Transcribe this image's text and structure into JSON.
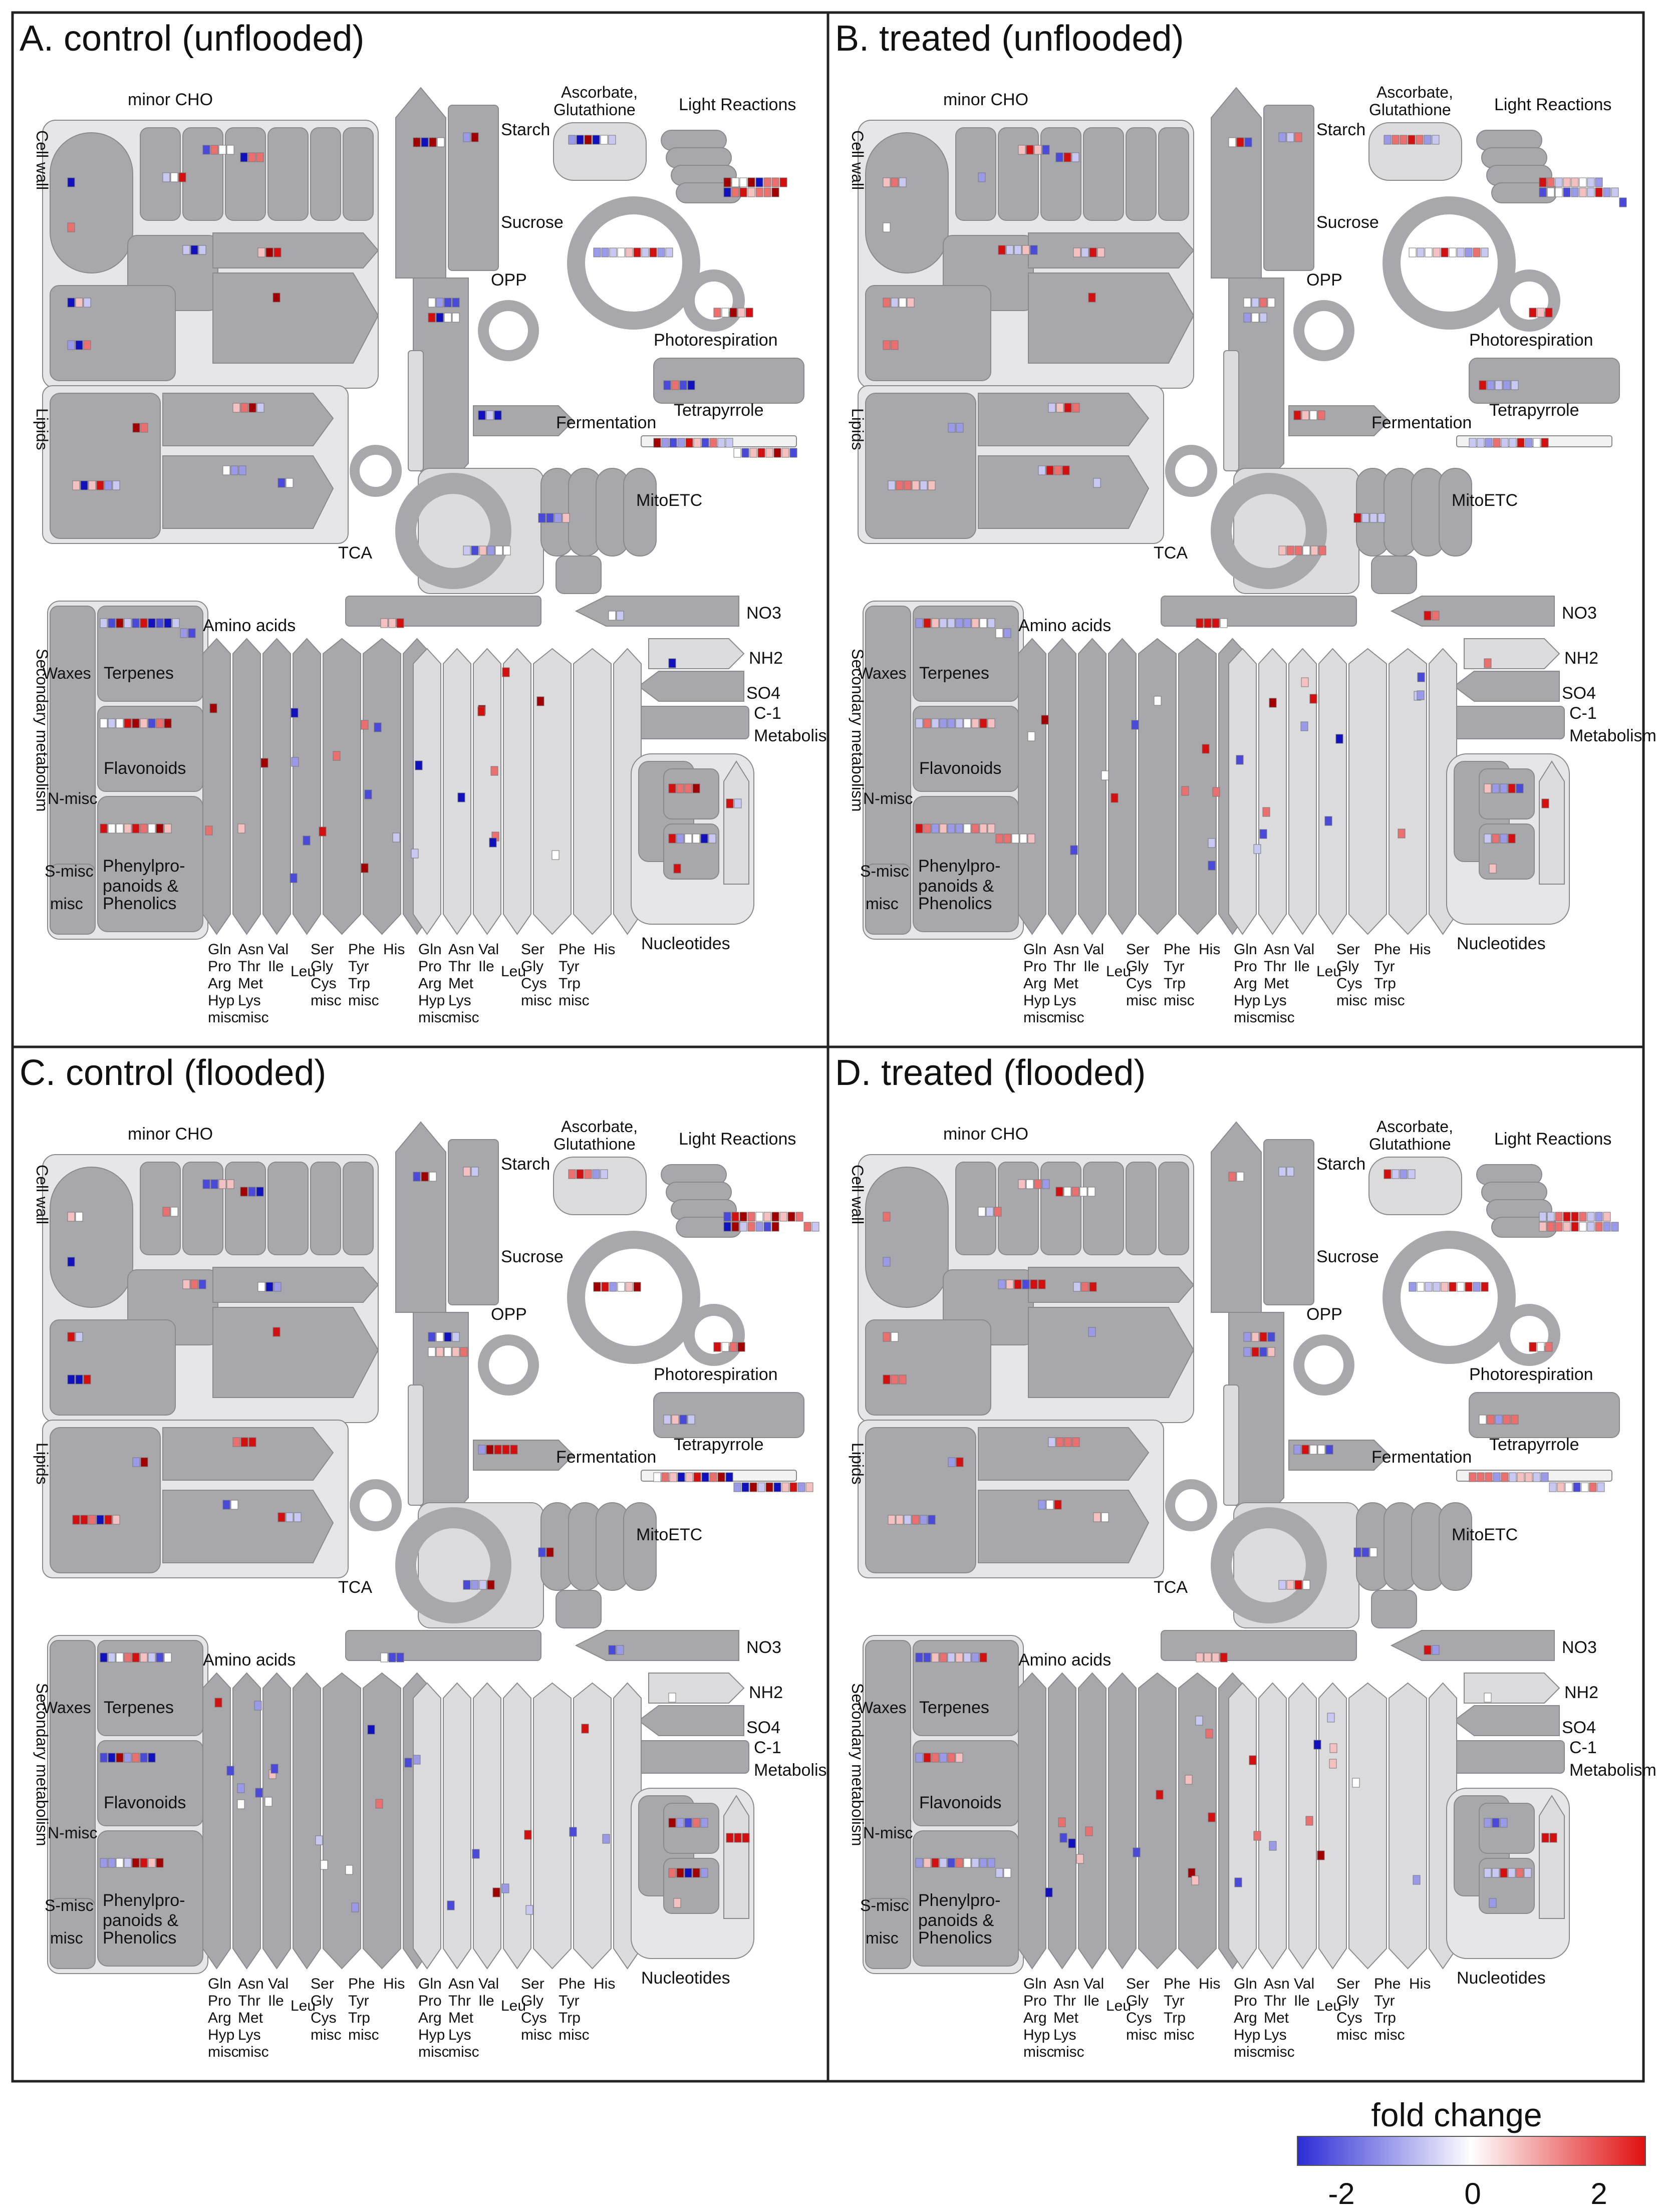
{
  "panels": [
    {
      "id": "A",
      "title": "A. control (unflooded)",
      "ops": 0
    },
    {
      "id": "B",
      "title": "B. treated (unflooded)",
      "ops": 1
    },
    {
      "id": "C",
      "title": "C. control (flooded)",
      "ops": 2
    },
    {
      "id": "D",
      "title": "D. treated (flooded)",
      "ops": 3
    }
  ],
  "labels": {
    "minor_cho": "minor CHO",
    "cell_wall": "Cell wall",
    "lipids": "Lipids",
    "starch": "Starch",
    "sucrose": "Sucrose",
    "ascorbate": "Ascorbate,",
    "glutathione": "Glutathione",
    "light_reactions": "Light Reactions",
    "opp": "OPP",
    "photorespiration": "Photorespiration",
    "fermentation": "Fermentation",
    "tetrapyrrole": "Tetrapyrrole",
    "mitoetc": "MitoETC",
    "tca": "TCA",
    "amino_acids": "Amino acids",
    "no3": "NO3",
    "nh2": "NH2",
    "so4": "SO4",
    "c1": "C-1",
    "metabolism": "Metabolism",
    "secondary_metabolism": "Secondary metabolism",
    "waxes": "Waxes",
    "terpenes": "Terpenes",
    "flavonoids": "Flavonoids",
    "n_misc": "N-misc",
    "s_misc": "S-misc",
    "misc": "misc",
    "phenylpro": "Phenylpro-",
    "panoids": "panoids &",
    "phenolics": "Phenolics",
    "nucleotides": "Nucleotides"
  },
  "aa_columns": [
    [
      "Gln",
      "Pro",
      "Arg",
      "Hyp",
      "misc"
    ],
    [
      "Asn",
      "Thr",
      "Met",
      "Lys",
      "misc"
    ],
    [
      "Val",
      "Ile"
    ],
    [
      "Leu"
    ],
    [
      "Ser",
      "Gly",
      "Cys",
      "misc"
    ],
    [
      "Phe",
      "Tyr",
      "Trp",
      "misc"
    ],
    [
      "His"
    ]
  ],
  "legend": {
    "title": "fold change",
    "ticks": [
      "-2",
      "0",
      "2"
    ],
    "colors": {
      "low": "#2b2bd6",
      "mid": "#ffffff",
      "high": "#e01010"
    }
  },
  "colors": {
    "box_dark": "#a8a8ac",
    "box_light": "#dcdcde",
    "box_bg": "#e6e6e8",
    "edge": "#8a8a8e"
  }
}
